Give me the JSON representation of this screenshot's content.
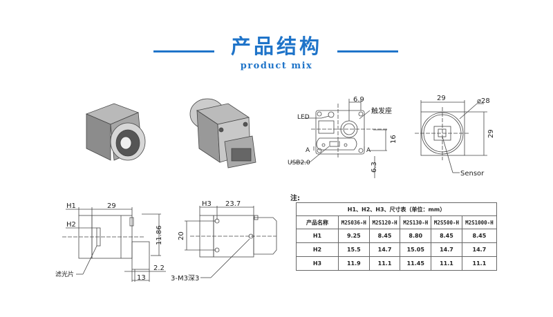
{
  "header": {
    "title": "产品结构",
    "subtitle": "product mix"
  },
  "front_view": {
    "dim_6_9": "6.9",
    "led": "LED",
    "trigger": "触发座",
    "dim_16": "16",
    "dim_6_3": "6.3",
    "usb": "USB2.0",
    "section_a_left": "A",
    "section_a_right": "A"
  },
  "lens_view": {
    "width": "29",
    "height": "29",
    "diameter": "⌀28",
    "sensor": "Sensor"
  },
  "side_view": {
    "h1": "H1",
    "h2": "H2",
    "dim_29": "29",
    "dim_11_86": "11.86",
    "dim_2_2": "2.2",
    "dim_13": "13",
    "filter": "滤光片"
  },
  "top_view": {
    "h3": "H3",
    "dim_23_7": "23.7",
    "dim_20": "20",
    "mount": "3-M3深3"
  },
  "table": {
    "note": "注:",
    "title": "H1、H2、H3、尺寸表（单位：mm）",
    "headers": [
      "产品名称",
      "M2S036-H",
      "M2S120-H",
      "M2S130-H",
      "M2S500-H",
      "M2S1000-H"
    ],
    "rows": [
      [
        "H1",
        "9.25",
        "8.45",
        "8.80",
        "8.45",
        "8.45"
      ],
      [
        "H2",
        "15.5",
        "14.7",
        "15.05",
        "14.7",
        "14.7"
      ],
      [
        "H3",
        "11.9",
        "11.1",
        "11.45",
        "11.1",
        "11.1"
      ]
    ]
  },
  "colors": {
    "accent": "#1f74c9"
  }
}
